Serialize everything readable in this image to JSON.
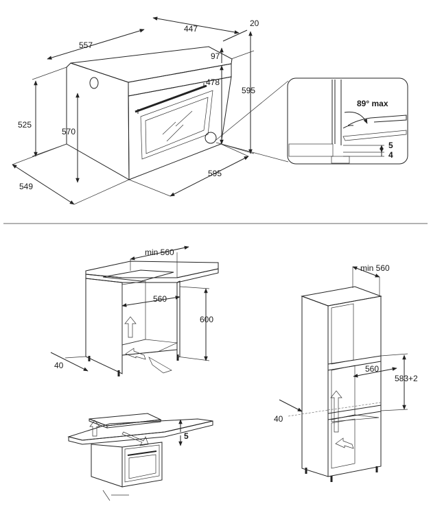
{
  "oven_dimensions": {
    "top_width": "447",
    "front_depth_gap": "20",
    "side_depth": "557",
    "handle_offset": "97",
    "door_height": "478",
    "total_height": "595",
    "body_height": "525",
    "inner_height": "570",
    "base_depth": "549",
    "front_width": "595"
  },
  "detail": {
    "door_angle": "89° max",
    "dim_top": "5",
    "dim_bottom": "4"
  },
  "under_counter": {
    "min_width": "min 560",
    "niche_width": "560",
    "niche_height": "600",
    "side_gap": "40"
  },
  "column": {
    "min_width": "min 560",
    "niche_width": "560",
    "niche_height": "583+2",
    "side_gap": "40"
  },
  "hob_install": {
    "gap": "5"
  },
  "colors": {
    "line": "#222222",
    "fill_light": "#f2f2f2",
    "arrow": "#9a9a9a",
    "niche": "#e6e6e6"
  }
}
